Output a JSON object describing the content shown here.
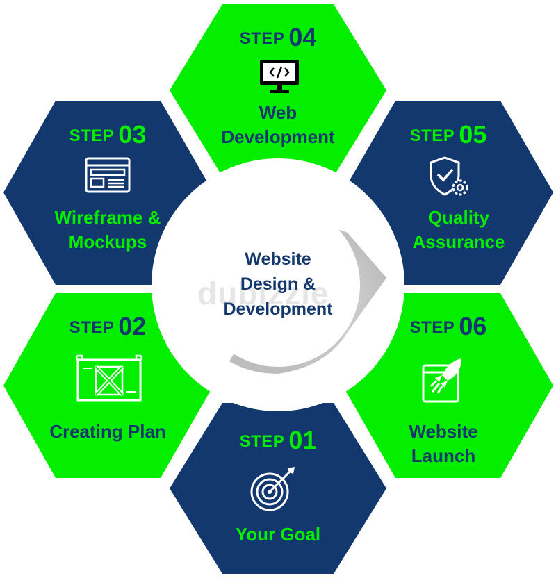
{
  "center": {
    "lines": [
      "Website",
      "Design &",
      "Development"
    ]
  },
  "watermark": "dubizzle",
  "colors": {
    "navy": "#13386e",
    "green": "#04ee00",
    "white": "#ffffff"
  },
  "steps": [
    {
      "step_word": "STEP",
      "number": "04",
      "title_lines": [
        "Web",
        "Development"
      ],
      "icon": "code-monitor-icon",
      "fill": "green"
    },
    {
      "step_word": "STEP",
      "number": "03",
      "title_lines": [
        "Wireframe &",
        "Mockups"
      ],
      "icon": "wireframe-icon",
      "fill": "navy"
    },
    {
      "step_word": "STEP",
      "number": "05",
      "title_lines": [
        "Quality",
        "Assurance"
      ],
      "icon": "shield-check-gear-icon",
      "fill": "navy"
    },
    {
      "step_word": "STEP",
      "number": "02",
      "title_lines": [
        "Creating Plan"
      ],
      "icon": "blueprint-icon",
      "fill": "green"
    },
    {
      "step_word": "STEP",
      "number": "06",
      "title_lines": [
        "Website",
        "Launch"
      ],
      "icon": "rocket-launch-icon",
      "fill": "green"
    },
    {
      "step_word": "STEP",
      "number": "01",
      "title_lines": [
        "Your Goal"
      ],
      "icon": "target-icon",
      "fill": "navy"
    }
  ]
}
